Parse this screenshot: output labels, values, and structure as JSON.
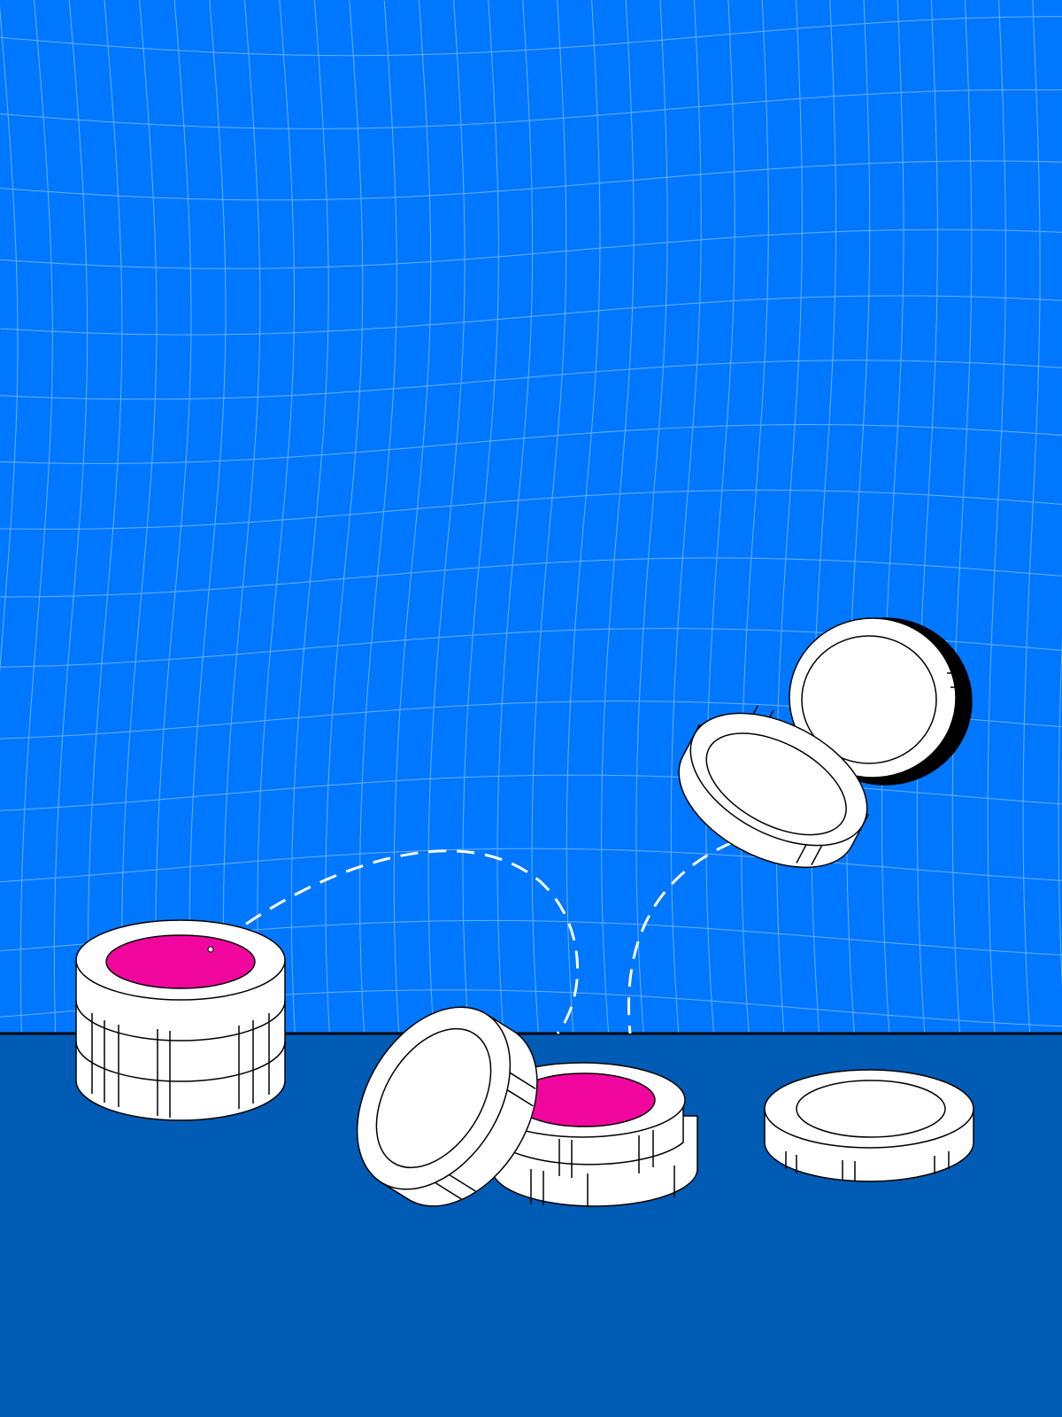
{
  "colors": {
    "sky": "#0077FF",
    "floor": "#005BB4",
    "grid_line": "#8FC1FF",
    "coin_face": "#FFFFFF",
    "coin_outline": "#000000",
    "coin_center_accent": "#F2079E",
    "trajectory": "#FFFFFF"
  },
  "scene": {
    "grid": {
      "visible": true,
      "style": "warped"
    },
    "coins": [
      {
        "name": "left-stack",
        "count": 3,
        "center": "magenta"
      },
      {
        "name": "middle-stack",
        "count": 2,
        "center": "magenta"
      },
      {
        "name": "leaning-coin",
        "count": 1,
        "center": "white"
      },
      {
        "name": "right-coin",
        "count": 1,
        "center": "white"
      },
      {
        "name": "airborne-coin-front",
        "count": 1,
        "center": "white"
      },
      {
        "name": "airborne-coin-back",
        "count": 1,
        "center": "white"
      }
    ],
    "trajectories": 2
  }
}
